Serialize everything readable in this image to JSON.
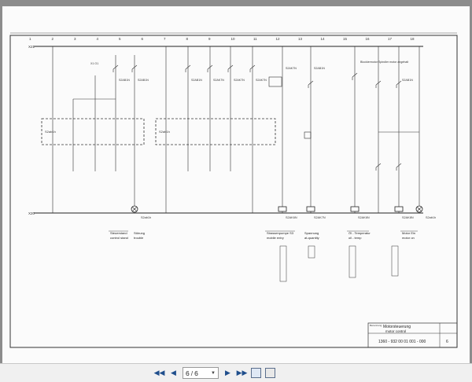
{
  "viewer": {
    "toolbar": {
      "first_page_icon": "first-page",
      "prev_page_icon": "previous-page",
      "current_page": "6",
      "page_separator": "/",
      "total_pages": "6",
      "next_page_icon": "next-page",
      "last_page_icon": "last-page",
      "tool_icon_1": "copy-page",
      "tool_icon_2": "print"
    }
  },
  "schematic": {
    "column_numbers": [
      "1",
      "2",
      "3",
      "4",
      "5",
      "6",
      "7",
      "8",
      "9",
      "10",
      "11",
      "12",
      "13",
      "14",
      "15",
      "16",
      "17",
      "18"
    ],
    "rail_top_label": "X21",
    "rail_bottom_label": "X20",
    "module_left_label": "S2ab1h",
    "module_right_label": "S2ab1h",
    "tags": {
      "k1": "X1 O1",
      "k2": "S2AB1N",
      "k3": "S2AB1N",
      "k4": "S2AB1N",
      "k5": "S2AK7N",
      "k6": "S2AK7N",
      "k7": "S2AK7N",
      "k8": "S2AK7N",
      "k9": "S2AB1N",
      "k10": "S2AB1N",
      "lamp_left": "S2ab1h",
      "lamp_right": "S2ab1h",
      "coil_a": "S2AK6N",
      "coil_b": "S2AK7N",
      "coil_c": "S2AK6N",
      "coil_d": "S2AK8N",
      "right_note": "Blockiermotor Spindler motor angehalt"
    },
    "captions": [
      {
        "line1": "Steuerstand",
        "line2": "control stand"
      },
      {
        "line1": "Störung",
        "line2": "trouble"
      },
      {
        "line1": "Strassenpumpe S3",
        "line2": "mobile entry"
      },
      {
        "line1": "Spannung",
        "line2": "at-quantity"
      },
      {
        "line1": "Öl - Temperatur",
        "line2": "oil - temp"
      },
      {
        "line1": "Motor   Ein",
        "line2": "motor   on"
      }
    ],
    "title_block": {
      "label": "Benennung",
      "title_de": "Motorsteuerung",
      "title_en": "motor control",
      "drawing_no": "1360 - 932 00 01 001 - 000",
      "sheet": "6"
    }
  }
}
